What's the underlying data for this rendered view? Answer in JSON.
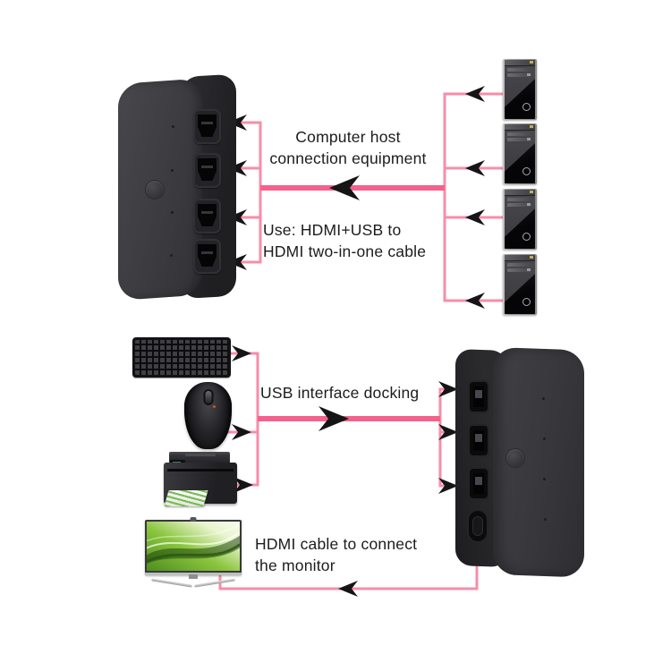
{
  "background": "#ffffff",
  "palette": {
    "connector_thin": "#f78da8",
    "connector_thick": "#f4618c",
    "arrow_black": "#151515",
    "label_text": "#1c1c1c",
    "device_dark": "#3a3a3e",
    "monitor_green": "#7ab636"
  },
  "labels": {
    "computer_host": "Computer host\nconnection equipment",
    "usage_cable": "Use: HDMI+USB to\nHDMI two-in-one cable",
    "usb_docking": "USB interface docking",
    "hdmi_monitor": "HDMI cable to connect\nthe monitor"
  },
  "top_section": {
    "device": "4-port HDMI switch box (HDMI inputs on right side)",
    "ports": [
      "hdmi-port-1",
      "hdmi-port-2",
      "hdmi-port-3",
      "hdmi-port-4"
    ],
    "hosts": [
      "computer-tower-1",
      "computer-tower-2",
      "computer-tower-3",
      "computer-tower-4"
    ]
  },
  "bottom_section": {
    "device": "switch box (USB ports and HDMI output on left side)",
    "ports": [
      "usb-port-1",
      "usb-port-2",
      "usb-port-3",
      "hdmi-output-port"
    ],
    "peripherals": [
      "keyboard",
      "mouse",
      "printer",
      "monitor"
    ]
  }
}
